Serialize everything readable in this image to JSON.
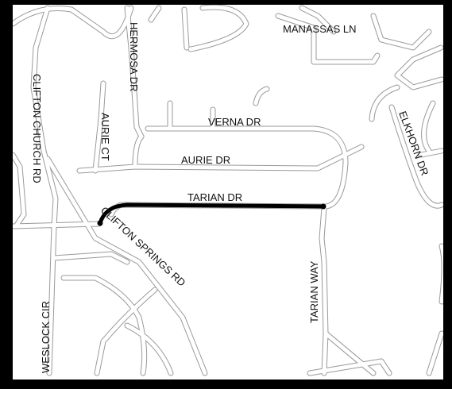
{
  "map": {
    "colors": {
      "background": "#ffffff",
      "road_casing": "#9a9a9a",
      "road_fill": "#ffffff",
      "highlight": "#000000",
      "border": "#000000",
      "label": "#111111"
    },
    "streets": {
      "manassas": "MANASSAS LN",
      "hermosa": "HERMOSA DR",
      "verna": "VERNA DR",
      "clifton_church": "CLIFTON CHURCH RD",
      "aurie_ct": "AURIE CT",
      "aurie_dr": "AURIE DR",
      "elkhorn": "ELKHORN DR",
      "tarian_dr": "TARIAN DR",
      "clifton_springs": "CLIFTON SPRINGS RD",
      "tarian_way": "TARIAN WAY",
      "weslock": "WESLOCK CIR"
    }
  }
}
